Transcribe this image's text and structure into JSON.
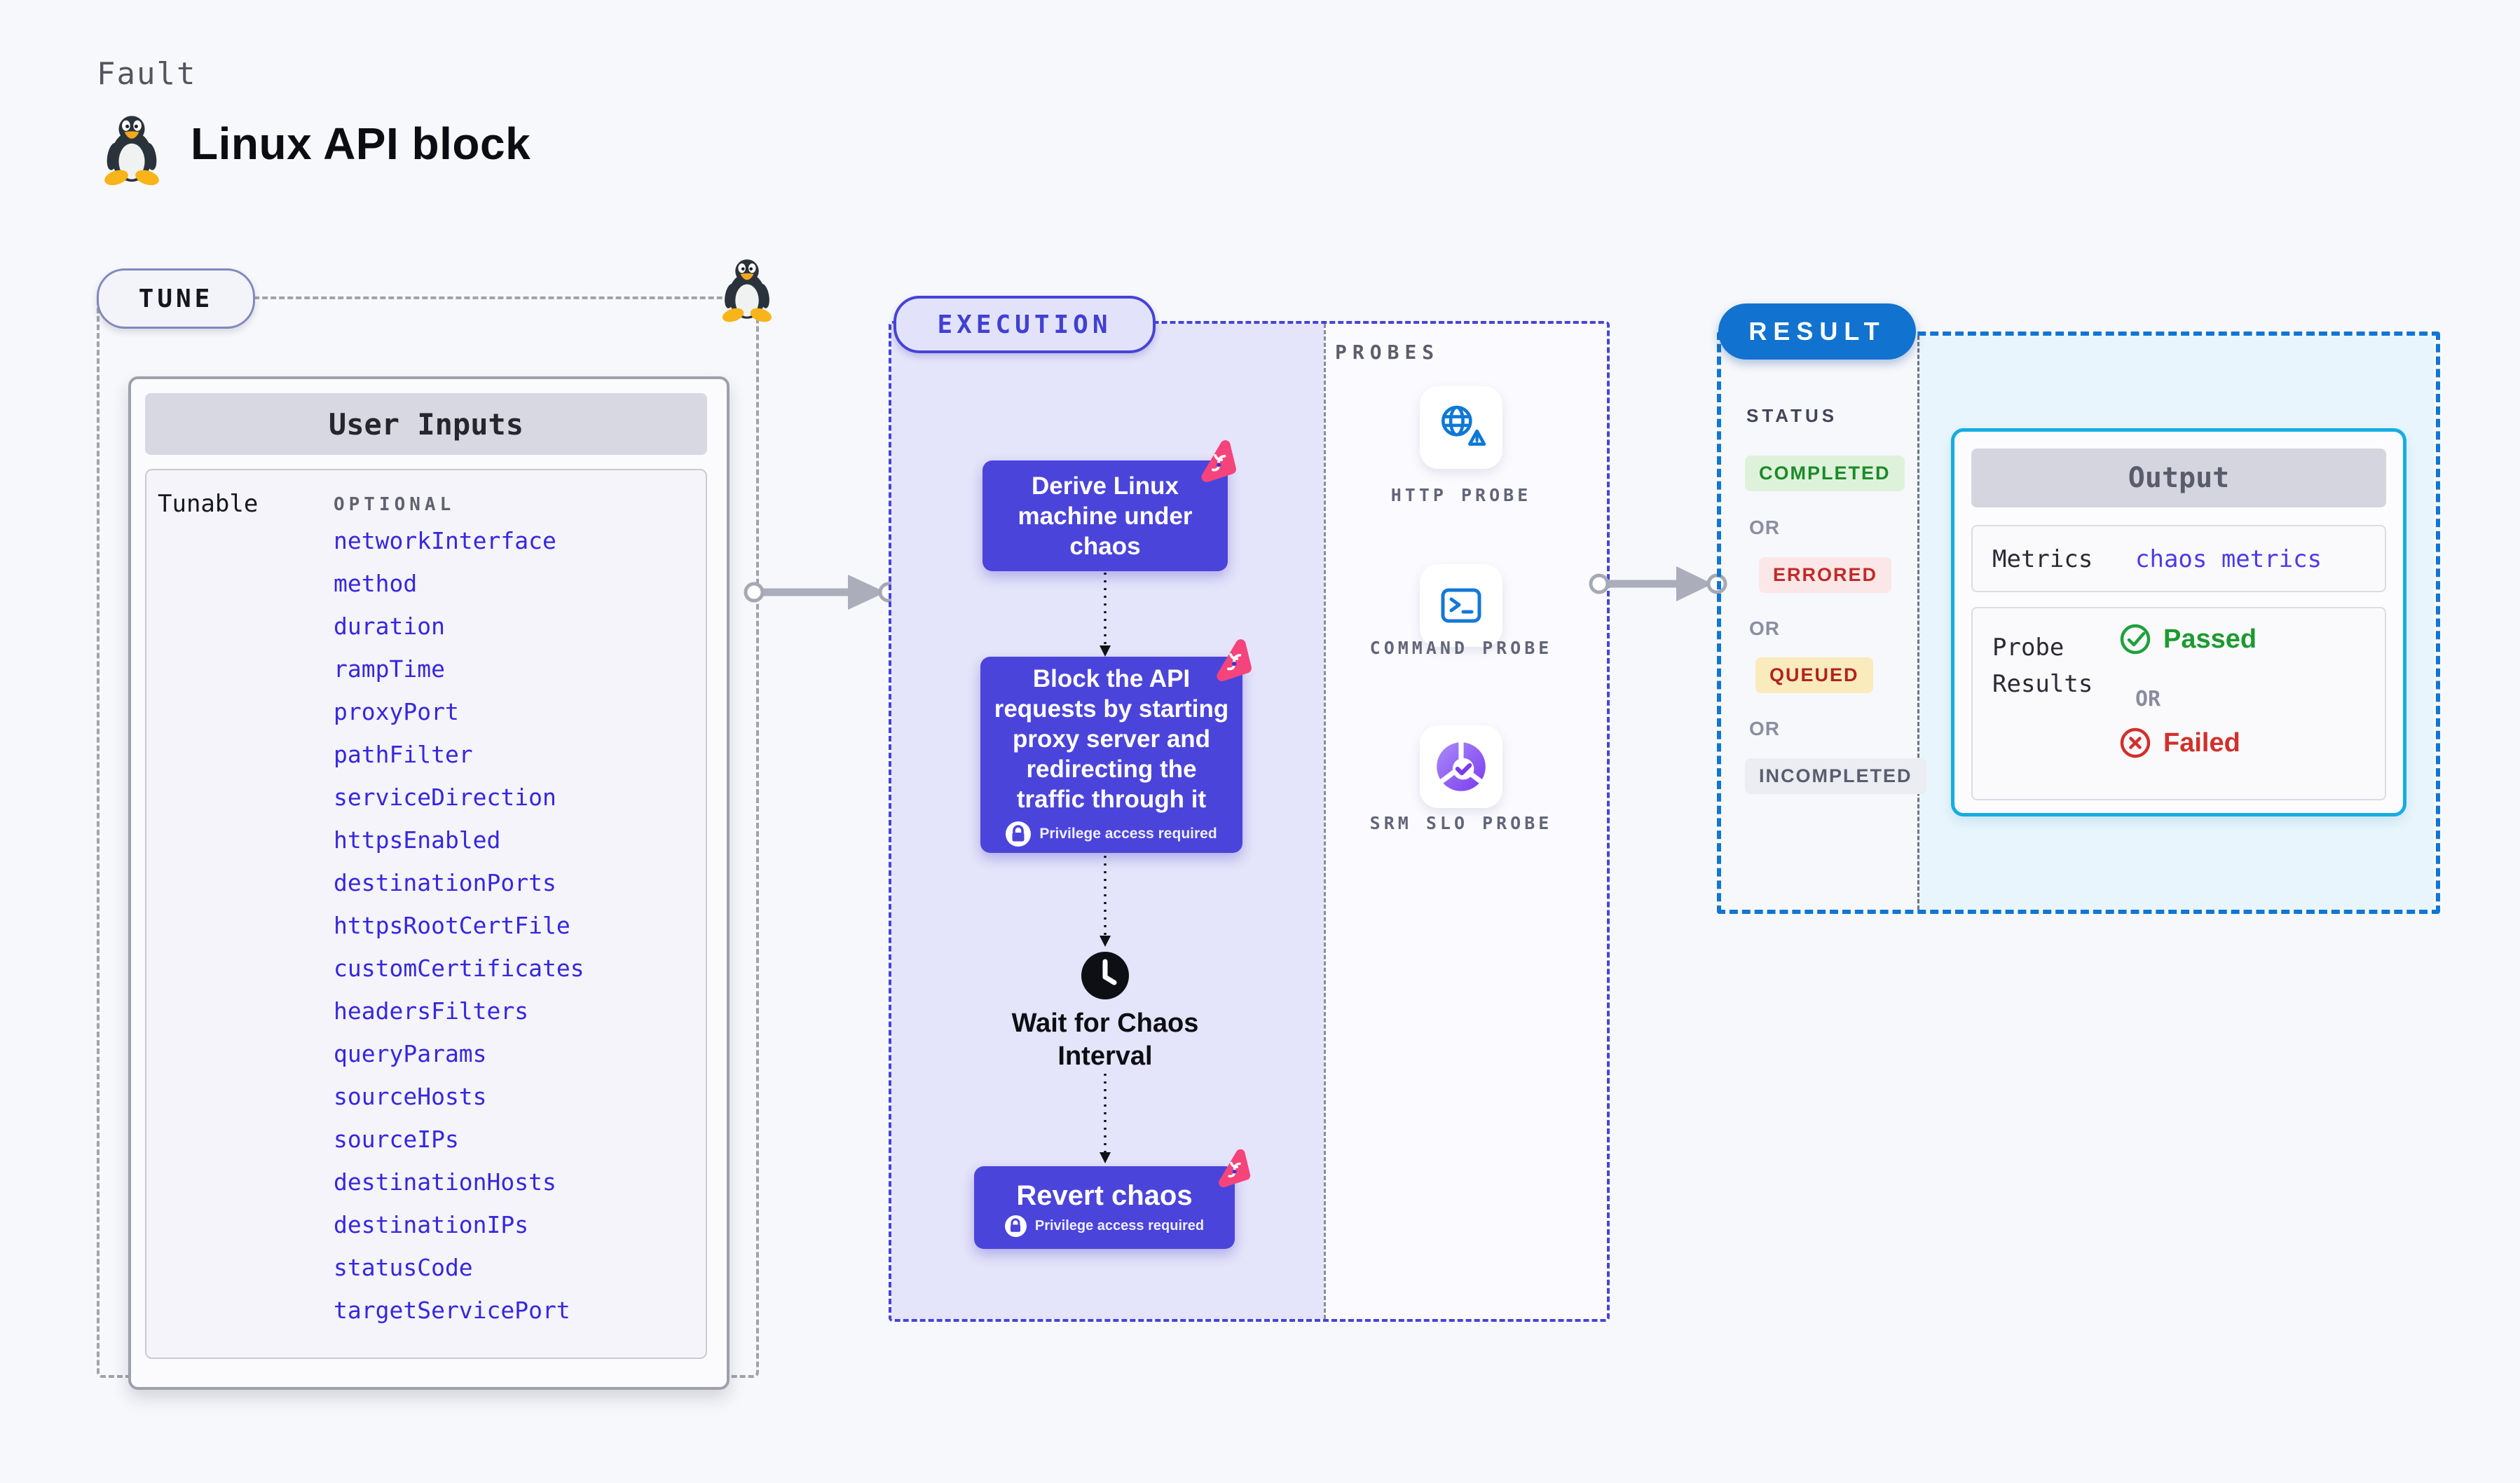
{
  "header": {
    "eyebrow": "Fault",
    "title": "Linux API block",
    "icon": "tux-penguin-icon"
  },
  "tune": {
    "label": "TUNE",
    "icon": "tux-penguin-icon",
    "user_inputs": {
      "title": "User Inputs",
      "row_label": "Tunable",
      "optional_label": "OPTIONAL",
      "params": [
        "networkInterface",
        "method",
        "duration",
        "rampTime",
        "proxyPort",
        "pathFilter",
        "serviceDirection",
        "httpsEnabled",
        "destinationPorts",
        "httpsRootCertFile",
        "customCertificates",
        "headersFilters",
        "queryParams",
        "sourceHosts",
        "sourceIPs",
        "destinationHosts",
        "destinationIPs",
        "statusCode",
        "targetServicePort"
      ]
    }
  },
  "execution": {
    "label": "EXECUTION",
    "privilege_note": "Privilege access required",
    "step1": {
      "text": "Derive Linux machine under chaos",
      "icon": "chaos-triangle-icon"
    },
    "step2": {
      "text": "Block the API requests by starting proxy server and redirecting the traffic through it",
      "icon": "chaos-triangle-icon"
    },
    "wait_step": {
      "text": "Wait for Chaos Interval",
      "icon": "clock-icon"
    },
    "revert_step": {
      "text": "Revert chaos",
      "icon": "chaos-triangle-icon"
    },
    "probes": {
      "label": "PROBES",
      "items": [
        {
          "name": "HTTP PROBE",
          "icon": "globe-alert-icon"
        },
        {
          "name": "COMMAND PROBE",
          "icon": "terminal-icon"
        },
        {
          "name": "SRM SLO PROBE",
          "icon": "slo-pie-check-icon"
        }
      ]
    }
  },
  "result": {
    "label": "RESULT",
    "status": {
      "heading": "STATUS",
      "completed": "COMPLETED",
      "errored": "ERRORED",
      "queued": "QUEUED",
      "incompleted": "INCOMPLETED",
      "or_label": "OR"
    },
    "output": {
      "title": "Output",
      "metrics_label": "Metrics",
      "metrics_value": "chaos metrics",
      "probe_results_label": "Probe Results",
      "passed": "Passed",
      "or_label": "OR",
      "failed": "Failed",
      "passed_icon": "check-circle-icon",
      "failed_icon": "x-circle-icon"
    }
  },
  "colors": {
    "page_bg": "#F7F8FB",
    "step_indigo": "#4B44DB",
    "execution_accent": "#4543D7",
    "result_blue": "#1173CF",
    "output_border_cyan": "#15ADE1",
    "chaos_pink": "#F5447B",
    "param_blue": "#3627DF",
    "passed_green": "#1D9A30",
    "failed_red": "#D2302B",
    "queued_bg": "#F9EBBB",
    "completed_bg": "#DEF2DB",
    "errored_bg": "#FBE7E7"
  }
}
